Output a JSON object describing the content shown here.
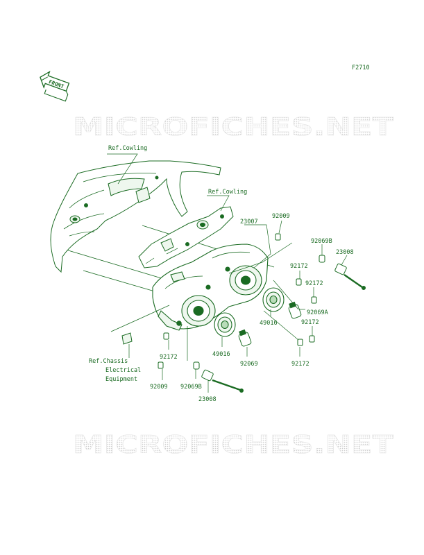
{
  "figure_code": "F2710",
  "front_label": "FRONT",
  "watermarks": [
    "MICROFICHES.NET",
    "MICROFICHES.NET"
  ],
  "colors": {
    "ink": "#1a6b22",
    "light": "#b9dcb9",
    "fill": "#eef7ee",
    "watermark": "#d9d9d9"
  },
  "references": [
    {
      "id": "ref-cowling-top",
      "text": "Ref.Cowling"
    },
    {
      "id": "ref-cowling-mid",
      "text": "Ref.Cowling"
    },
    {
      "id": "ref-chassis",
      "lines": [
        "Ref.Chassis",
        "Electrical",
        "Equipment"
      ]
    }
  ],
  "part_labels": [
    "23007",
    "92009",
    "92069B",
    "23008",
    "92172",
    "92172",
    "92069A",
    "49016",
    "92172",
    "92172",
    "92069",
    "49016",
    "92172",
    "92009",
    "92069B",
    "23008"
  ]
}
